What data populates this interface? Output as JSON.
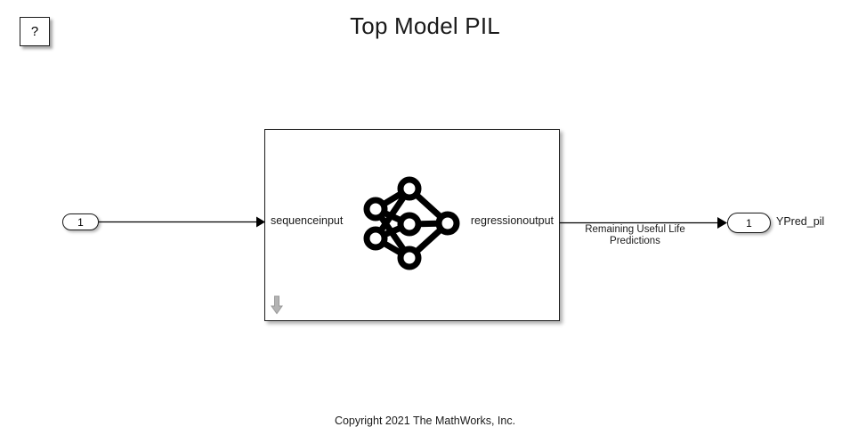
{
  "title": "Top Model PIL",
  "copyright": "Copyright 2021 The MathWorks, Inc.",
  "help_block": {
    "glyph": "?",
    "name": "help-annotation"
  },
  "ports": {
    "inport": {
      "number": "1"
    },
    "outport": {
      "number": "1",
      "label": "YPred_pil"
    }
  },
  "network_block": {
    "input_port_label": "sequenceinput",
    "output_port_label": "regressionoutput",
    "subsystem_indicator": "down-arrow"
  },
  "signal": {
    "line1": "Remaining Useful Life",
    "line2": "Predictions"
  },
  "colors": {
    "background": "#ffffff",
    "stroke": "#1a1a1a",
    "text": "#1a1a1a",
    "subsystem_arrow": "#aaaaaa"
  }
}
